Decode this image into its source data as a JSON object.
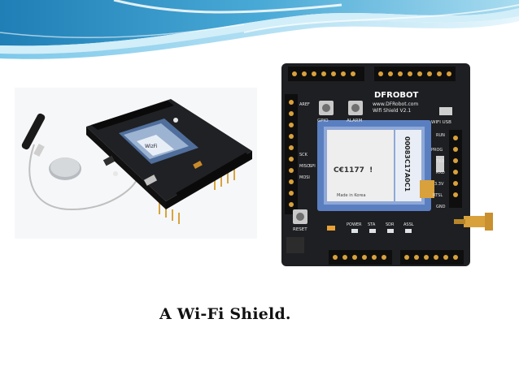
{
  "slide": {
    "caption": "A Wi-Fi  Shield.",
    "colors": {
      "wave_dark": "#2f8fc3",
      "wave_mid": "#5fb6dd",
      "wave_light": "#bfe6f5",
      "pcb_black": "#1b1c1e",
      "module_blue": "#6f8fc4",
      "header_black": "#121212",
      "gold": "#d9a13c"
    },
    "board_print": {
      "brand": "DFROBOT",
      "url": "www.DFRobot.com",
      "name": "Wifi Shield V2.1",
      "label_gpio": "GPIO",
      "label_alarm": "ALARM",
      "label_reset": "RESET",
      "label_wifiusb": "WIFI USB",
      "label_run": "RUN",
      "label_prog": "PROG",
      "label_txd": "TXD",
      "label_rxd": "RXD",
      "label_33v": "3.3V",
      "label_rtsl": "RTSL",
      "label_gnd": "GND",
      "label_sck": "SCK",
      "label_miso": "MISO",
      "label_mosi": "MOSI",
      "label_spi": "SPI",
      "label_arfe": "AREF",
      "label_power": "POWER",
      "label_sta": "STA",
      "label_sdr": "SDR",
      "label_assl": "ASSL",
      "module_ce": "C€1177  !",
      "module_code": "00083C17A0C1",
      "module_made": "Made in Korea"
    },
    "module_left": {
      "label": "WizFi"
    }
  }
}
